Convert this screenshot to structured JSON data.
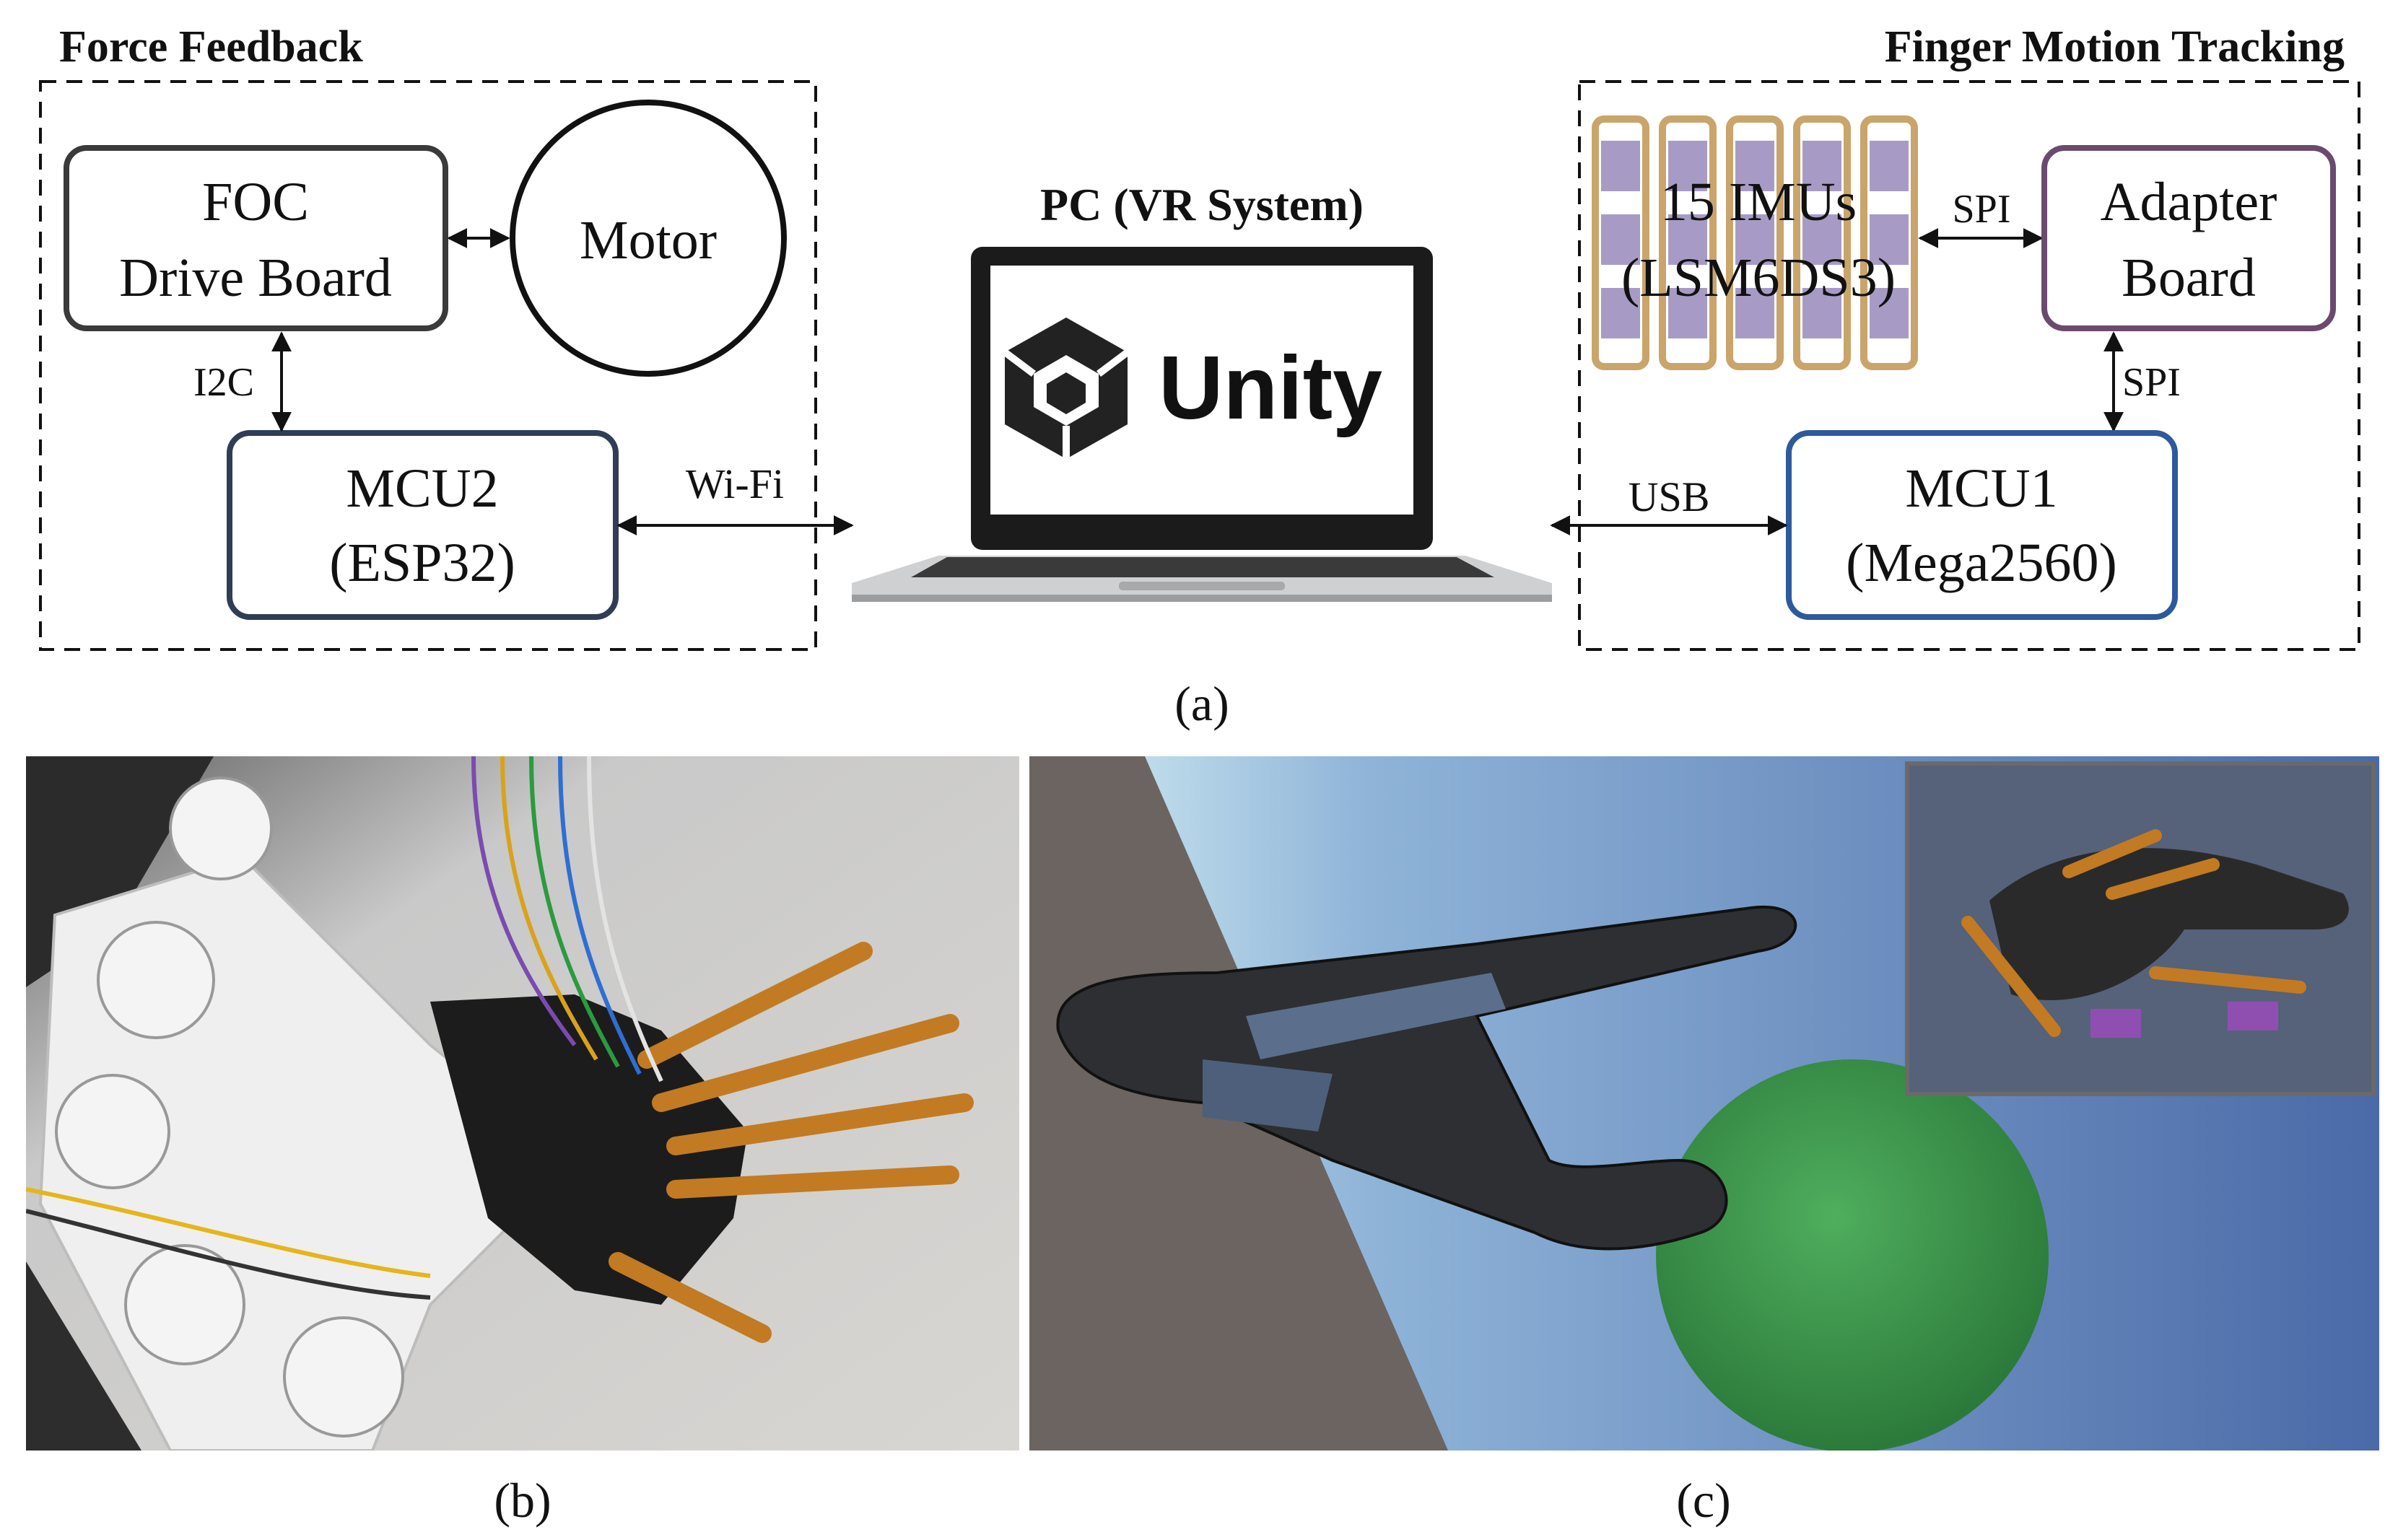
{
  "diagram": {
    "force_feedback": {
      "title": "Force Feedback",
      "foc_board": [
        "FOC",
        "Drive Board"
      ],
      "motor": "Motor",
      "mcu2": [
        "MCU2",
        "(ESP32)"
      ],
      "i2c_label": "I2C",
      "wifi_label": "Wi-Fi"
    },
    "pc": {
      "title": "PC (VR System)",
      "unity_label": "Unity"
    },
    "finger_tracking": {
      "title": "Finger Motion Tracking",
      "imus": [
        "15 IMUs",
        "(LSM6DS3)"
      ],
      "adapter": [
        "Adapter",
        "Board"
      ],
      "mcu1": [
        "MCU1",
        "(Mega2560)"
      ],
      "spi_label_1": "SPI",
      "spi_label_2": "SPI",
      "usb_label": "USB"
    },
    "caption_a": "(a)"
  },
  "photos": {
    "caption_b": "(b)",
    "caption_c": "(c)"
  },
  "colors": {
    "foc_border": "#3a3a3a",
    "mcu2_border": "#2f3e55",
    "mcu1_border": "#2e5a9c",
    "adapter_border": "#6b4a6e",
    "imu_strip_border": "#c9a56b",
    "imu_chip_fill": "#a79bc6",
    "ball_green": "#3a8c4a",
    "scene_sky": "#5a7db5"
  }
}
